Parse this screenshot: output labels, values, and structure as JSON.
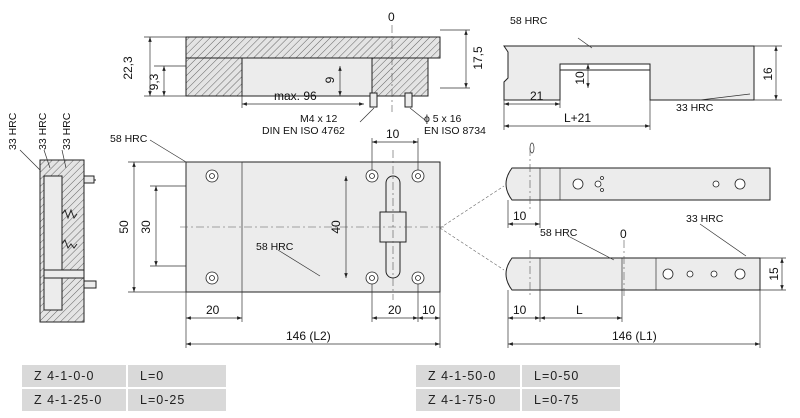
{
  "labels": {
    "hrc58": "58 HRC",
    "hrc33": "33 HRC",
    "zero": "0",
    "screw_line1": "M4 x 12",
    "screw_line2": "DIN EN ISO 4762",
    "pin_line1": "ϕ 5 x 16",
    "pin_line2": "EN ISO 8734"
  },
  "dims": {
    "d22_3": "22,3",
    "d9_3": "9,3",
    "d9": "9",
    "d17_5": "17,5",
    "max96": "max. 96",
    "d10": "10",
    "d16": "16",
    "d21": "21",
    "lplus21": "L+21",
    "d50": "50",
    "d30": "30",
    "d40": "40",
    "d20": "20",
    "d146_l2": "146 (L2)",
    "d146_l1": "146 (L1)",
    "d15": "15",
    "L": "L"
  },
  "variants": {
    "left": [
      {
        "code": "Z 4-1-0-0",
        "length": "L=0"
      },
      {
        "code": "Z 4-1-25-0",
        "length": "L=0-25"
      }
    ],
    "right": [
      {
        "code": "Z 4-1-50-0",
        "length": "L=0-50"
      },
      {
        "code": "Z 4-1-75-0",
        "length": "L=0-75"
      }
    ]
  }
}
